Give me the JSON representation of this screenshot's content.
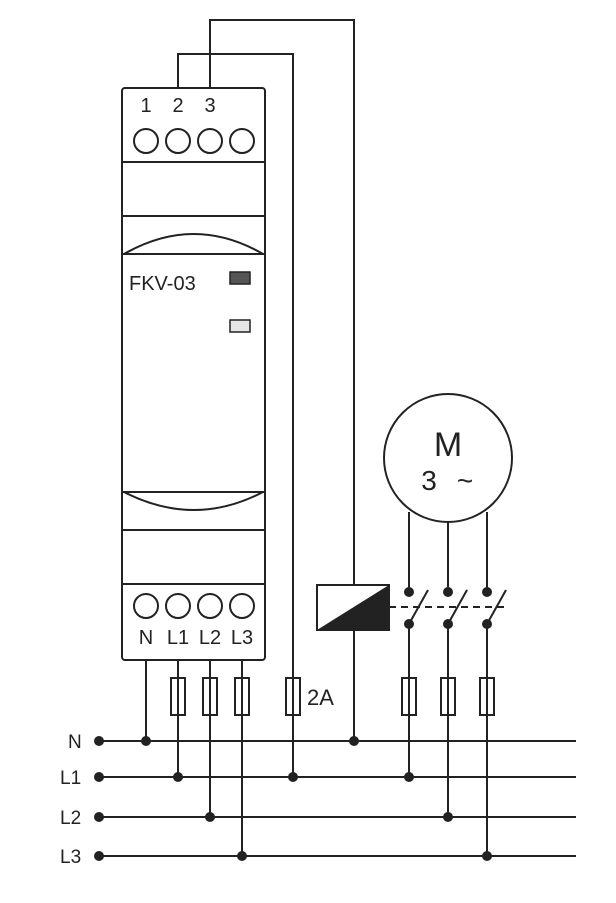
{
  "device": {
    "model": "FKV-03",
    "top_terminals": [
      "1",
      "2",
      "3"
    ],
    "bottom_terminals": [
      "N",
      "L1",
      "L2",
      "L3"
    ],
    "led_colors": {
      "top_led": "#555555",
      "bottom_led": "#e6e6e6"
    }
  },
  "bus": {
    "labels": [
      "N",
      "L1",
      "L2",
      "L3"
    ]
  },
  "fuse": {
    "label": "2A"
  },
  "motor": {
    "letter": "M",
    "phases": "3",
    "ac_symbol": "~"
  },
  "colors": {
    "line": "#222222",
    "background": "#ffffff"
  }
}
